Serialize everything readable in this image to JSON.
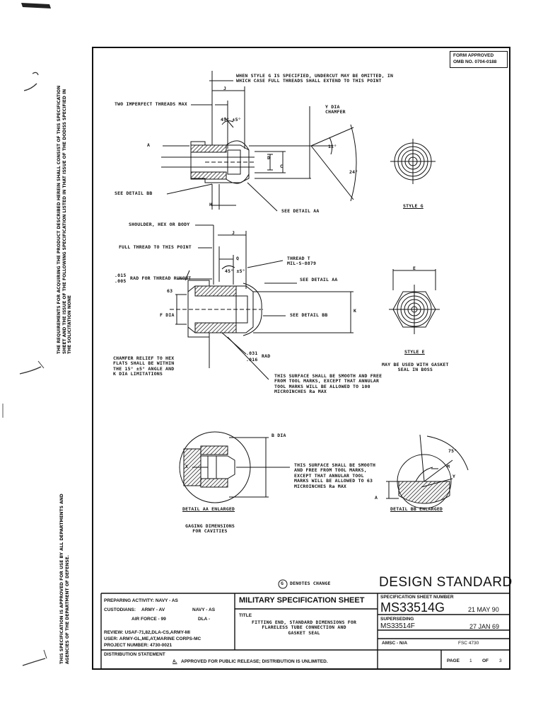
{
  "side_notes": {
    "top": "THIS SPECIFICATION IS APPROVED FOR USE BY ALL DEPARTMENTS AND\nAGENCIES OF THE DEPARTMENT OF DEFENSE.",
    "middle": "THE REQUIREMENTS FOR ACQUIRING THE PRODUCT DESCRIBED HEREIN SHALL CONSIST OF THIS SPECIFICATION\nSHEET AND THE ISSUE OF THE FOLLOWING SPECIFICATION LISTED IN THAT ISSUE OF THE DODISS SPECIFIED IN\nTHE SOLICITATION NONE"
  },
  "form_approved": {
    "line1": "FORM APPROVED",
    "line2": "OMB NO. 0704-0188"
  },
  "top_drawing": {
    "style_g_note": "WHEN STYLE G IS SPECIFIED, UNDERCUT MAY BE OMITTED, IN\nWHICH CASE FULL THREADS SHALL EXTEND TO THIS POINT",
    "imperfect_threads": "TWO IMPERFECT THREADS MAX",
    "angle": "45° ±5°",
    "y_dia": "Y DIA\nCHAMFER",
    "a": "A",
    "d": "D",
    "c": "C",
    "deg12": "12°",
    "deg24": "24°",
    "j": "J",
    "h": "H",
    "see_bb": "SEE DETAIL BB",
    "see_aa": "SEE DETAIL AA",
    "style_g": "STYLE G"
  },
  "middle_drawing": {
    "shoulder": "SHOULDER, HEX OR BODY",
    "full_thread": "FULL THREAD TO THIS POINT",
    "j": "J",
    "q": "Q",
    "thread_t": "THREAD T\nMIL-S-8879",
    "angle": "45° ±5°",
    "rad_top": ".015",
    "rad_bot": ".005",
    "rad_runout": "RAD FOR THREAD RUNOUT",
    "see_aa": "SEE DETAIL AA",
    "deg63": "63",
    "f_dia": "F DIA",
    "see_bb": "SEE DETAIL BB",
    "k": "K",
    "chamfer_relief": "CHAMFER RELIEF TO HEX\nFLATS SHALL BE WITHIN\nTHE 15° ±5° ANGLE AND\nK DIA LIMITATIONS",
    "r031": ".031",
    "r016": ".016",
    "rad": "RAD",
    "surface_note": "THIS SURFACE SHALL BE SMOOTH AND FREE\nFROM TOOL MARKS, EXCEPT THAT ANNULAR\nTOOL MARKS WILL BE ALLOWED TO 100\nMICROINCHES Ra MAX",
    "e": "E",
    "style_e": "STYLE E",
    "gasket_note": "MAY BE USED WITH GASKET\nSEAL IN BOSS"
  },
  "details": {
    "b_dia": "B DIA",
    "x": "X",
    "surface_note": "THIS SURFACE SHALL BE SMOOTH\nAND FREE FROM TOOL MARKS,\nEXCEPT THAT ANNULAR TOOL\nMARKS WILL BE ALLOWED TO 63\nMICROINCHES Ra MAX",
    "detail_aa": "DETAIL AA ENLARGED",
    "gaging": "GAGING DIMENSIONS\nFOR CAVITIES",
    "deg75": "75°",
    "m": "M",
    "y": "Y",
    "a": "A",
    "detail_bb": "DETAIL BB ENLARGED"
  },
  "change_note": {
    "symbol": "G",
    "text": "DENOTES CHANGE"
  },
  "title_block": {
    "design_standard": "DESIGN STANDARD",
    "preparing": "PREPARING ACTIVITY: NAVY - AS",
    "custodians": "CUSTODIANS:",
    "army": "ARMY - AV",
    "navy": "NAVY - AS",
    "air_force": "AIR FORCE - 99",
    "dla": "DLA -",
    "review": "REVIEW: USAF-71,82,DLA-CS,ARMY-MI",
    "user": "USER: ARMY-GL,ME,AT,MARINE CORPS-MC",
    "project": "PROJECT NUMBER: 4730-0021",
    "mil_spec": "MILITARY SPECIFICATION SHEET",
    "title_label": "TITLE",
    "title_text": "FITTING END, STANDARD DIMENSIONS FOR\nFLARELESS TUBE CONNECTION AND\nGASKET SEAL",
    "spec_number_label": "SPECIFICATION SHEET NUMBER",
    "spec_number": "MS33514G",
    "spec_date": "21 MAY 90",
    "superseding_label": "SUPERSEDING",
    "superseding": "MS33514F",
    "superseding_date": "27 JAN 69",
    "amsc": "AMSC - N/A",
    "fsc": "FSC 4730",
    "distribution_label": "DISTRIBUTION STATEMENT",
    "distribution_letter": "A.",
    "distribution_text": "APPROVED FOR PUBLIC RELEASE; DISTRIBUTION IS UNLIMITED.",
    "page_label": "PAGE",
    "page": "1",
    "of_label": "OF",
    "pages": "3"
  }
}
